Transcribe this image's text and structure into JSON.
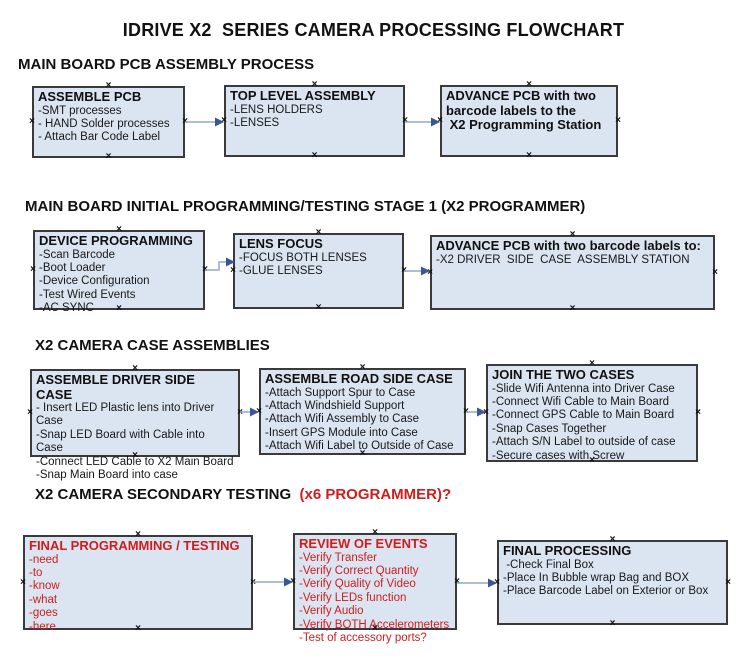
{
  "page_title": "IDRIVE X2  SERIES CAMERA PROCESSING FLOWCHART",
  "icons": {
    "connector_handle": "×"
  },
  "colors": {
    "box_fill": "#dbe5f1",
    "box_border": "#3a3a3a",
    "arrow_line": "#94a9c8",
    "arrow_head": "#3a5795",
    "red_text": "#cf1d1d"
  },
  "sections": [
    {
      "header": "MAIN BOARD PCB ASSEMBLY PROCESS",
      "boxes": [
        {
          "title": "ASSEMBLE PCB",
          "items": [
            "-SMT processes",
            "- HAND Solder processes",
            "- Attach Bar Code Label"
          ]
        },
        {
          "title": "TOP LEVEL ASSEMBLY",
          "items": [
            "-LENS HOLDERS",
            "-LENSES"
          ]
        },
        {
          "title": "ADVANCE PCB with two\nbarcode labels to the\n X2 Programming Station",
          "items": []
        }
      ]
    },
    {
      "header": "MAIN BOARD INITIAL PROGRAMMING/TESTING STAGE 1 (X2 PROGRAMMER)",
      "boxes": [
        {
          "title": "DEVICE PROGRAMMING",
          "items": [
            "-Scan Barcode",
            "-Boot Loader",
            "-Device Configuration",
            "-Test Wired Events",
            "-AC SYNC"
          ]
        },
        {
          "title": "LENS FOCUS",
          "items": [
            "-FOCUS BOTH LENSES",
            "-GLUE LENSES"
          ]
        },
        {
          "title": "ADVANCE PCB with two barcode labels to:",
          "items": [
            "-X2 DRIVER  SIDE  CASE  ASSEMBLY STATION"
          ]
        }
      ]
    },
    {
      "header": "X2 CAMERA CASE ASSEMBLIES",
      "boxes": [
        {
          "title": "ASSEMBLE DRIVER SIDE CASE",
          "items": [
            "- Insert LED Plastic lens into Driver Case",
            "-Snap LED Board with Cable into Case",
            "-Connect LED Cable to X2 Main Board",
            "-Snap Main Board into case"
          ]
        },
        {
          "title": "ASSEMBLE ROAD SIDE CASE",
          "items": [
            "-Attach Support Spur to Case",
            "-Attach Windshield Support",
            "-Attach Wifi Assembly to Case",
            "-Insert GPS Module into Case",
            "-Attach Wifi Label to Outside of Case"
          ]
        },
        {
          "title": "JOIN THE TWO CASES",
          "items": [
            "-Slide Wifi Antenna into Driver Case",
            "-Connect Wifi Cable to Main Board",
            "-Connect GPS Cable to Main Board",
            "-Snap Cases Together",
            "-Attach S/N Label to outside of case",
            "-Secure cases with Screw"
          ]
        }
      ]
    },
    {
      "header": "X2 CAMERA SECONDARY TESTING",
      "header_red": "  (x6 PROGRAMMER)?",
      "boxes": [
        {
          "title": "FINAL PROGRAMMING / TESTING",
          "items": [
            "-need",
            "-to",
            "-know",
            "-what",
            "-goes",
            "-here"
          ]
        },
        {
          "title": "REVIEW OF EVENTS",
          "items": [
            "-Verify Transfer",
            "-Verify Correct Quantity",
            "-Verify Quality of Video",
            "-Verify LEDs function",
            "-Verify Audio",
            "-Verify BOTH Accelerometers",
            "-Test of accessory ports?"
          ]
        },
        {
          "title": "FINAL PROCESSING",
          "items": [
            " -Check Final Box",
            "-Place In Bubble wrap Bag and BOX",
            "-Place Barcode Label on Exterior or Box"
          ]
        }
      ]
    }
  ]
}
